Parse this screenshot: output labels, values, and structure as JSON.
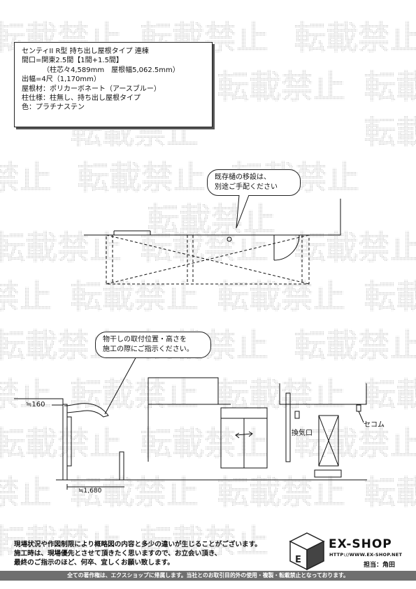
{
  "watermark_text": "転載禁止",
  "spec": {
    "line1": "センティII R型 持ち出し屋根タイプ 連棟",
    "line2": "間口=関東2.5間【1間+1.5間】",
    "line3": "（柱芯々4,589mm　屋根幅5,062.5mm）",
    "line4": "出幅=4尺（1,170mm）",
    "line5": "屋根材：ポリカーボネート（アースブルー）",
    "line6": "柱仕様：柱無し、持ち出し屋根タイプ",
    "line7": "色：プラチナステン"
  },
  "callouts": {
    "gutter_line1": "既存樋の移設は、",
    "gutter_line2": "別途ご手配ください",
    "laundry_line1": "物干しの取付位置・高さを",
    "laundry_line2": "施工の際にご指示ください。"
  },
  "labels": {
    "height": "≒160",
    "width": "≒1,680",
    "vent": "換気口",
    "intercom": "セコム"
  },
  "notes": {
    "line1": "現場状況や作図制限により概略図の内容と多少の違いが生じることがございます。",
    "line2": "施工時は、現場優先とさせて頂きたく思いますので、お立会い頂き、",
    "line3": "最終のご指示のほど、何卒、宜しくお願い致します。"
  },
  "brand": {
    "name": "EX-SHOP",
    "url": "HTTP://WWW.EX-SHOP.NET",
    "staff": "担当：角田"
  },
  "footer": "全ての著作権は、エクスショップに帰属します。当社とのお取引目的外の使用・複製・転載禁止となっております。"
}
